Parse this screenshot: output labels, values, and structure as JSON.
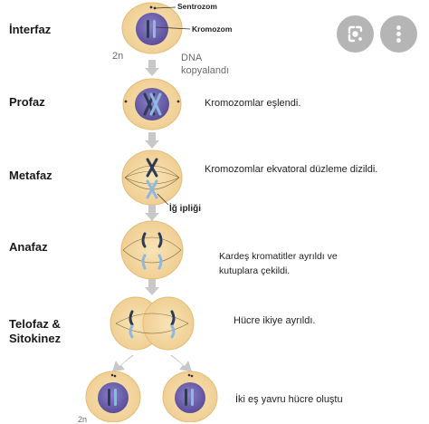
{
  "phases": {
    "interfaz": "İnterfaz",
    "profaz": "Profaz",
    "metafaz": "Metafaz",
    "anafaz": "Anafaz",
    "telofaz_line1": "Telofaz &",
    "telofaz_line2": "Sitokinez"
  },
  "labels": {
    "sentrozom": "Sentrozom",
    "kromozom": "Kromozom",
    "ploidy_2n": "2n",
    "dna_line1": "DNA",
    "dna_line2": "kopyalandı",
    "ig_ipligi": "İğ ipliği",
    "ploidy_bottom": "2n"
  },
  "descriptions": {
    "profaz": "Kromozomlar eşlendi.",
    "metafaz": "Kromozomlar ekvatoral düzleme dizildi.",
    "anafaz_line1": "Kardeş kromatitler ayrıldı ve",
    "anafaz_line2": "kutuplara çekildi.",
    "telofaz": "Hücre ikiye ayrıldı.",
    "final": "İki eş yavru hücre oluştu"
  },
  "icons": {
    "lens": "google-lens-icon",
    "more": "more-vertical-icon"
  },
  "colors": {
    "cell_fill": "#f2d59e",
    "cell_stroke": "#e0b870",
    "nucleus": "#6b5fa8",
    "chromosome_dark": "#2d3b55",
    "chromosome_blue": "#8fb8e0",
    "arrow": "#c8c8c8"
  }
}
